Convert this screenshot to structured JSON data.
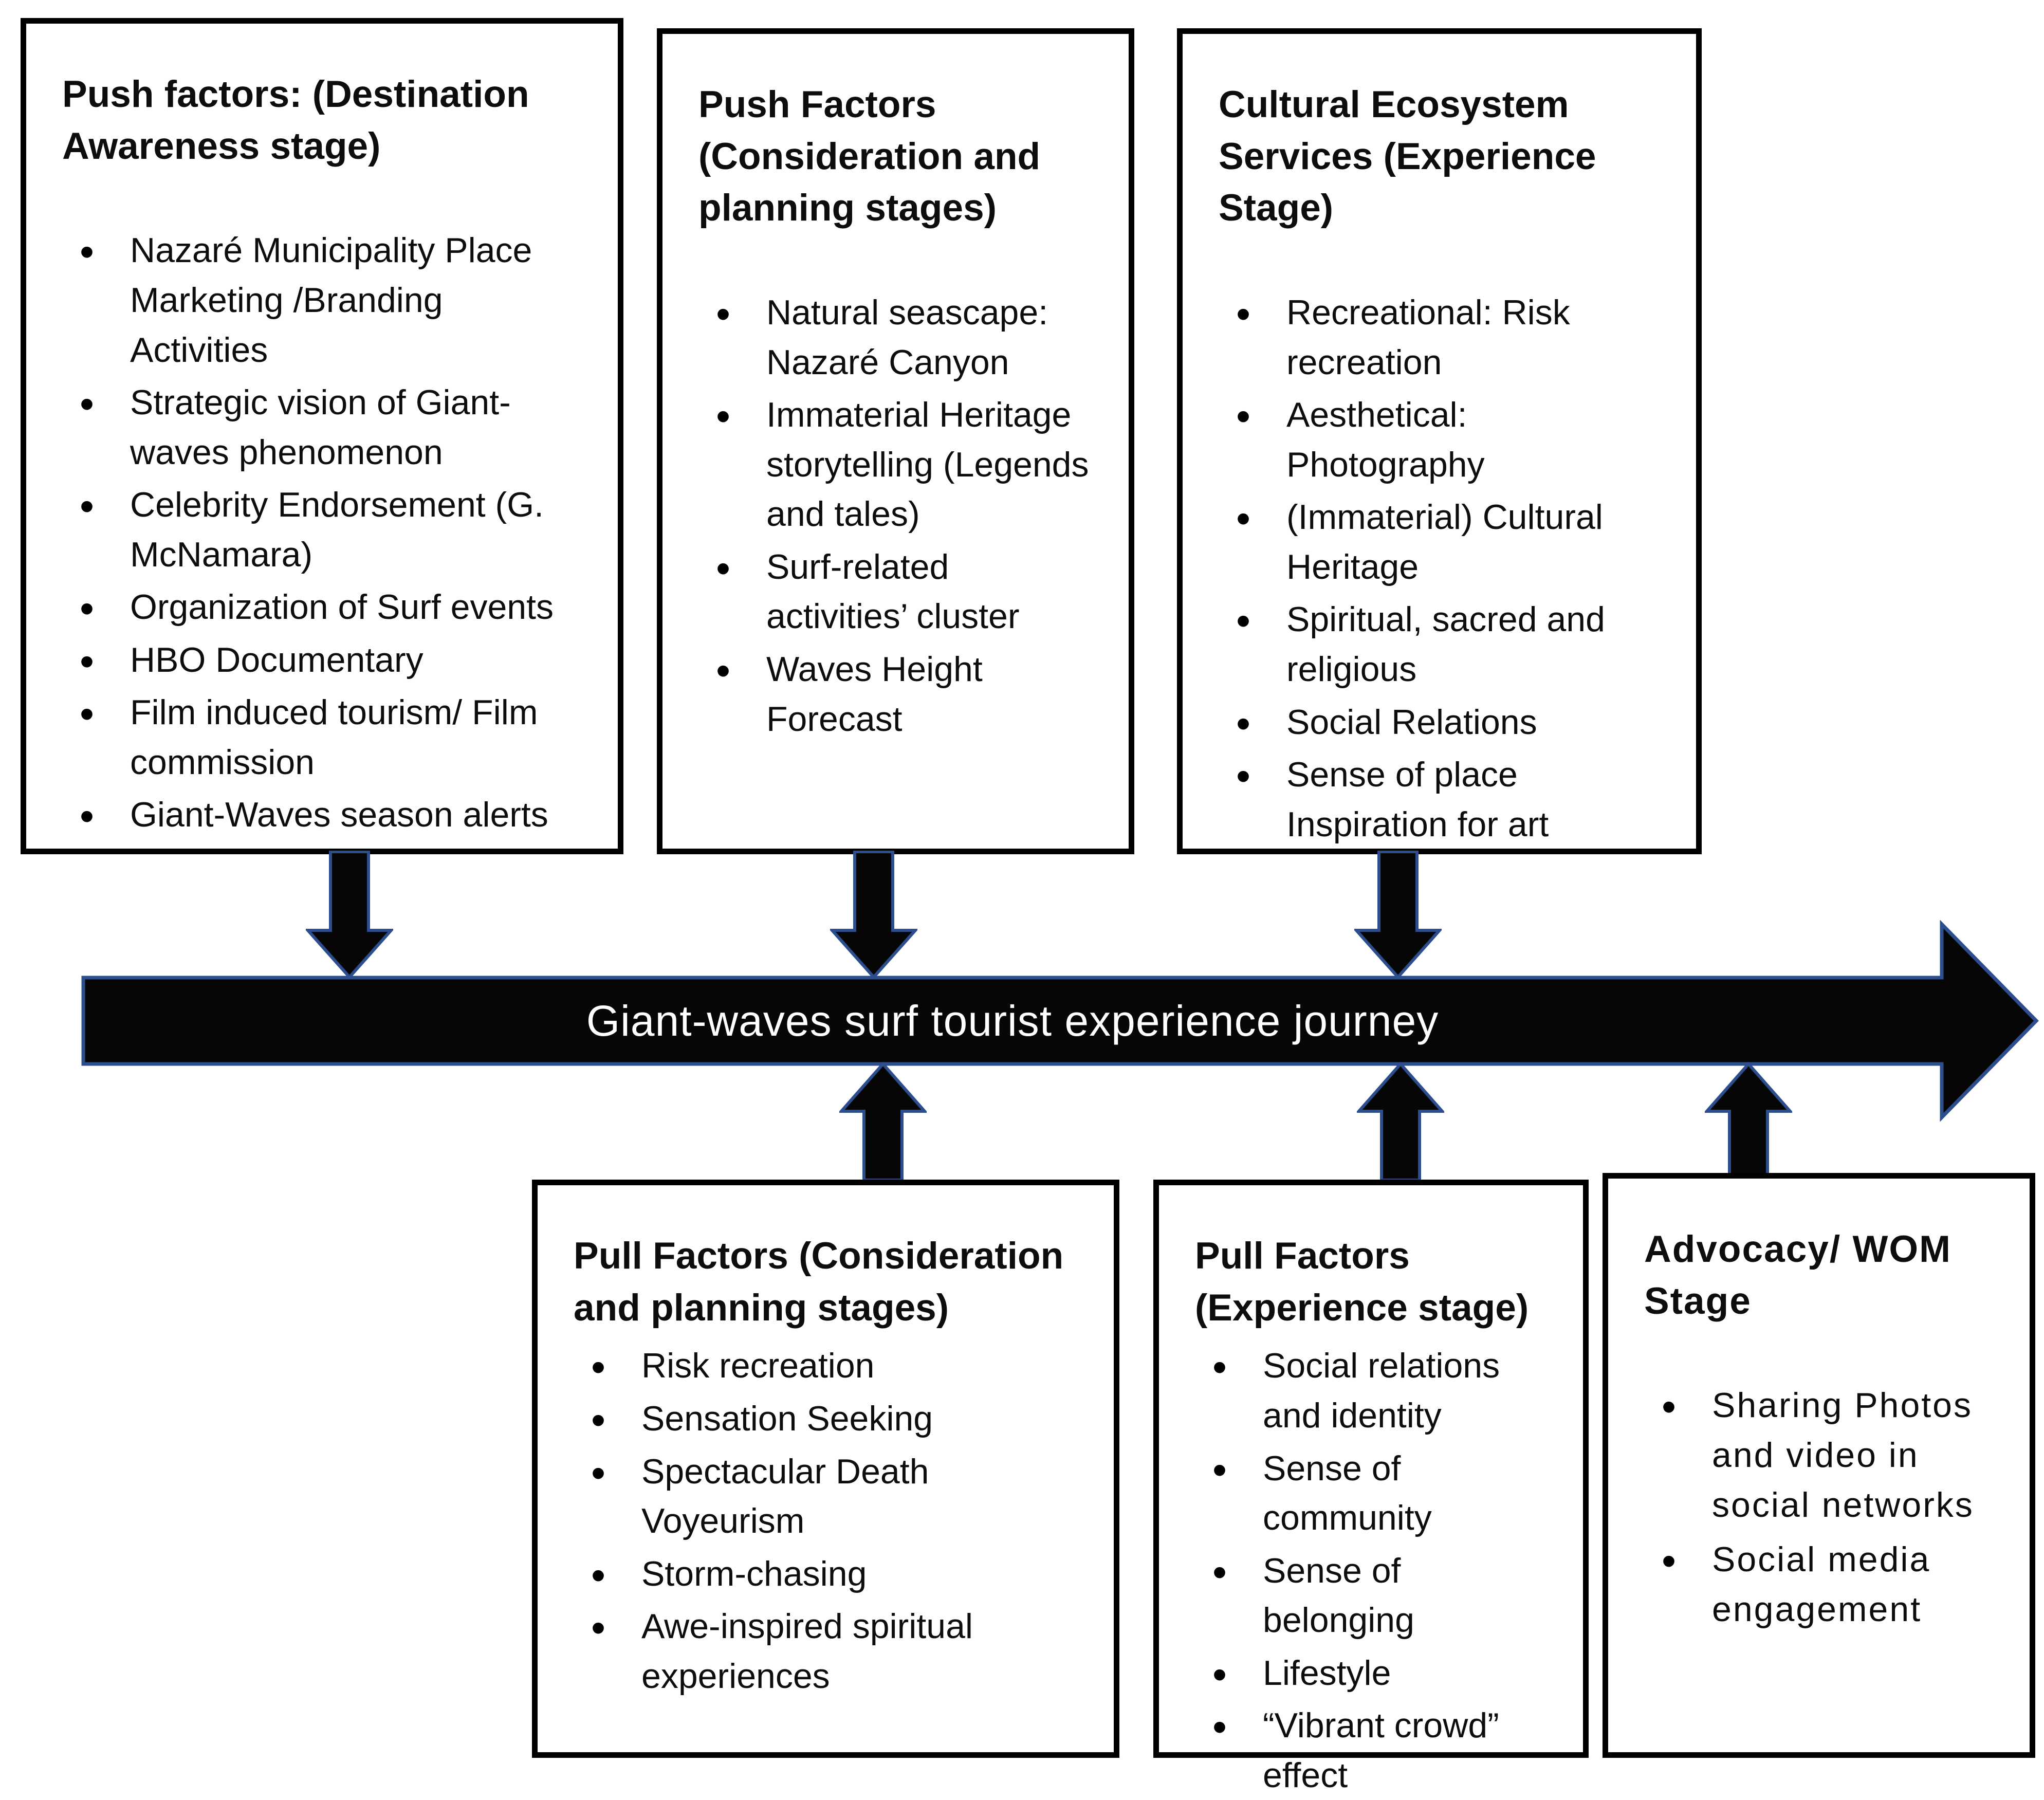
{
  "diagram": {
    "timeline_label": "Giant-waves surf tourist experience journey",
    "colors": {
      "background": "#ffffff",
      "box_border": "#000000",
      "arrow_fill": "#060606",
      "arrow_outline": "#2c4d8e",
      "timeline_text": "#ffffff"
    },
    "top_boxes": [
      {
        "title": "Push factors: (Destination Awareness stage)",
        "items": [
          "Nazaré Municipality Place Marketing /Branding Activities",
          "Strategic vision of Giant-waves phenomenon",
          "Celebrity Endorsement (G. McNamara)",
          "Organization of Surf events",
          "HBO Documentary",
          "Film induced tourism/ Film commission",
          "Giant-Waves season alerts"
        ]
      },
      {
        "title": "Push Factors (Consideration and planning stages)",
        "items": [
          "Natural seascape: Nazaré Canyon",
          "Immaterial Heritage storytelling (Legends and tales)",
          "Surf-related activities’ cluster",
          "Waves Height Forecast"
        ]
      },
      {
        "title": "Cultural Ecosystem Services (Experience Stage)",
        "items": [
          "Recreational: Risk recreation",
          "Aesthetical: Photography",
          "(Immaterial) Cultural Heritage",
          "Spiritual, sacred and religious",
          "Social Relations",
          "Sense of place\nInspiration for art"
        ]
      }
    ],
    "bottom_boxes": [
      {
        "title": "Pull Factors (Consideration and planning stages)",
        "items": [
          "Risk recreation",
          "Sensation Seeking",
          "Spectacular Death Voyeurism",
          "Storm-chasing",
          "Awe-inspired spiritual experiences"
        ]
      },
      {
        "title": "Pull Factors (Experience stage)",
        "items": [
          "Social relations and identity",
          "Sense of community",
          "Sense of belonging",
          "Lifestyle",
          "“Vibrant crowd” effect"
        ]
      },
      {
        "title": "Advocacy/ WOM Stage",
        "items": [
          "Sharing Photos and video in social networks",
          "Social media engagement"
        ]
      }
    ]
  }
}
